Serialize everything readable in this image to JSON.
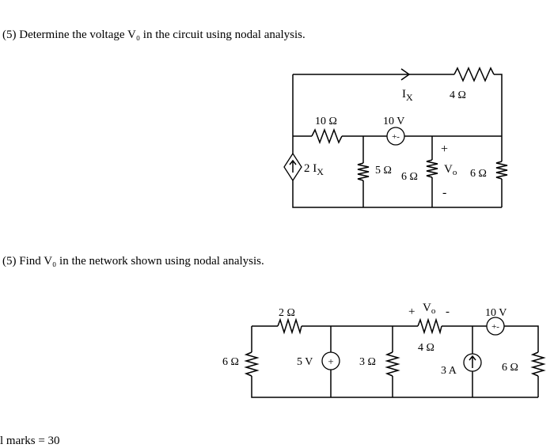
{
  "questions": [
    {
      "text": "(5) Determine the voltage V₀ in the circuit using nodal analysis."
    },
    {
      "text": "(5) Find V₀  in the network shown using nodal analysis."
    }
  ],
  "footer": {
    "marks_text": "l marks = 30"
  },
  "circuit1": {
    "labels": {
      "ix": "I",
      "ix_sub": "X",
      "r_top": "4 Ω",
      "r10": "10 Ω",
      "v10": "10 V",
      "plus": "+",
      "minus": "-",
      "dep_src": "2 I",
      "dep_src_sub": "X",
      "r5": "5 Ω",
      "r6a": "6 Ω",
      "vo": "V",
      "vo_sub": "o",
      "r6b": "6 Ω"
    }
  },
  "circuit2": {
    "labels": {
      "r2": "2 Ω",
      "r6_left": "6 Ω",
      "v5": "5 V",
      "r3": "3 Ω",
      "plus": "+",
      "vo": "V",
      "vo_sub": "o",
      "minus": "-",
      "r4": "4 Ω",
      "v10": "10 V",
      "i3": "3 A",
      "r6_right": "6 Ω"
    }
  }
}
